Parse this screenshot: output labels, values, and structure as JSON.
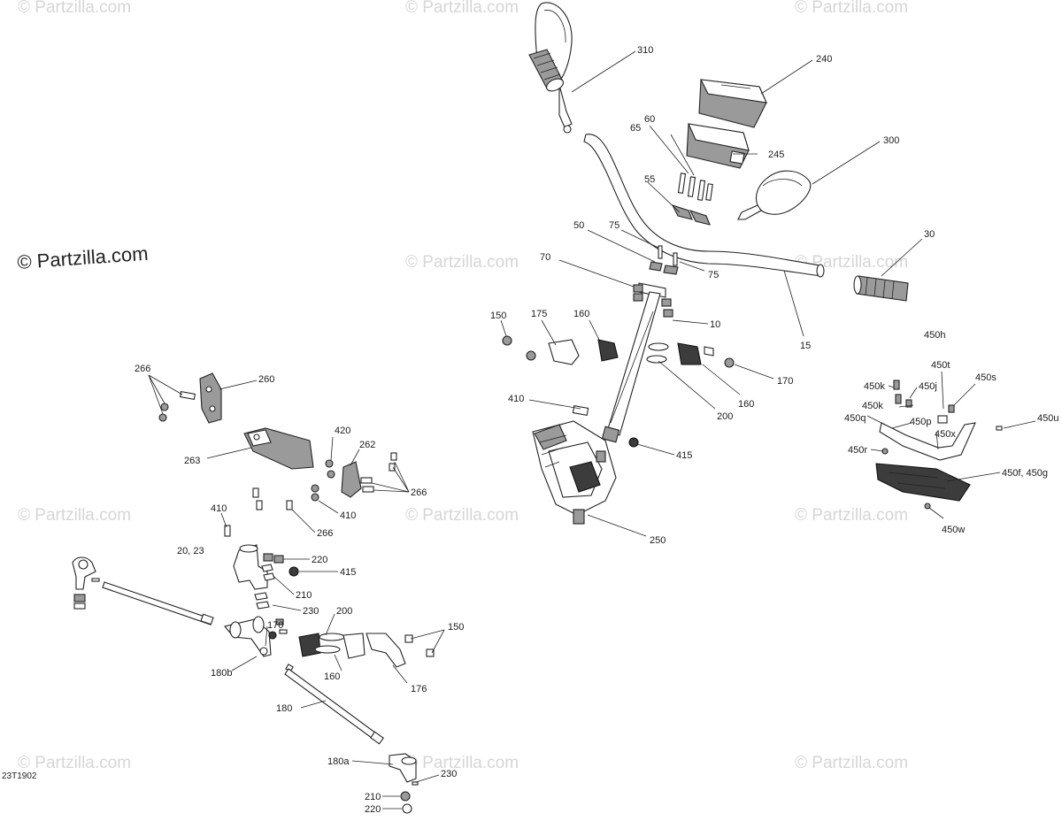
{
  "watermark": {
    "text": "© Partzilla.com",
    "main_text": "© Partzilla.com"
  },
  "diagram_code": "23T1902",
  "callouts": {
    "c310": "310",
    "c240": "240",
    "c60": "60",
    "c65": "65",
    "c245": "245",
    "c300": "300",
    "c55": "55",
    "c50": "50",
    "c75a": "75",
    "c75b": "75",
    "c70": "70",
    "c30": "30",
    "c15": "15",
    "c10": "10",
    "c150a": "150",
    "c175": "175",
    "c160a": "160",
    "c170a": "170",
    "c160b": "160",
    "c200a": "200",
    "c410a": "410",
    "c415a": "415",
    "c250": "250",
    "c450h": "450h",
    "c450t": "450t",
    "c450k1": "450k",
    "c450j": "450j",
    "c450s": "450s",
    "c450k2": "450k",
    "c450q": "450q",
    "c450p": "450p",
    "c450u": "450u",
    "c450x": "450x",
    "c450r": "450r",
    "c450fg": "450f, 450g",
    "c450w": "450w",
    "c266a": "266",
    "c260": "260",
    "c420": "420",
    "c262": "262",
    "c263": "263",
    "c266b": "266",
    "c410b": "410",
    "c410c": "410",
    "c266c": "266",
    "c2023": "20, 23",
    "c220a": "220",
    "c415b": "415",
    "c210a": "210",
    "c230a": "230",
    "c200b": "200",
    "c170b": "170",
    "c150b": "150",
    "c180b": "180b",
    "c160c": "160",
    "c176": "176",
    "c180": "180",
    "c180a": "180a",
    "c230b": "230",
    "c210b": "210",
    "c220b": "220"
  }
}
